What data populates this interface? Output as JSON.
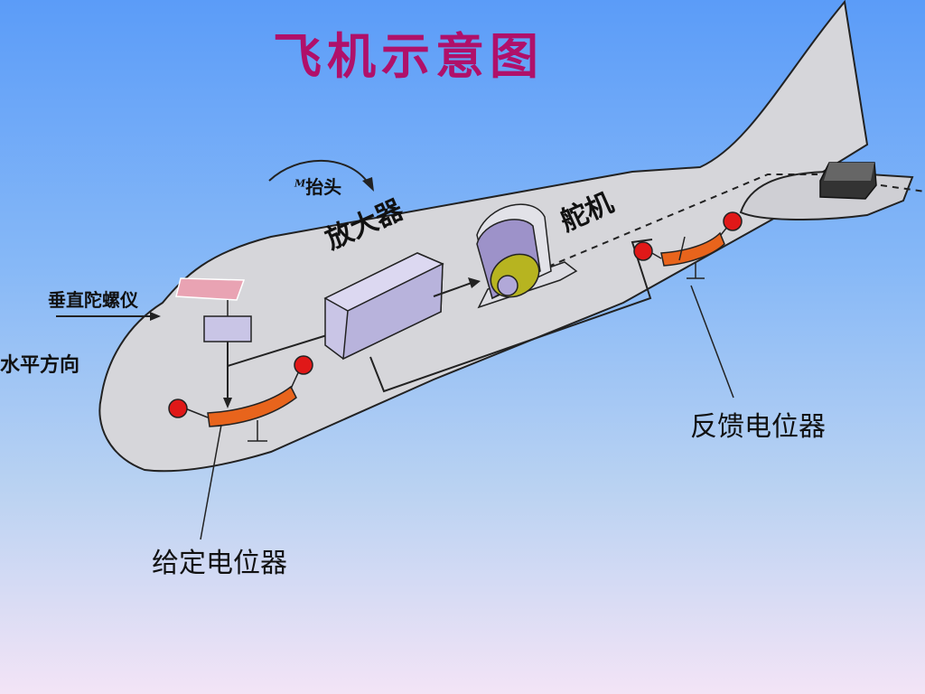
{
  "title": "飞机示意图",
  "labels": {
    "pitch_moment_sub": "M",
    "pitch_up": "抬头",
    "vertical_gyro": "垂直陀螺仪",
    "horizontal_direction": "水平方向",
    "amplifier": "放大器",
    "servo": "舵机",
    "feedback_potentiometer": "反馈电位器",
    "setpoint_potentiometer": "给定电位器"
  },
  "colors": {
    "fuselage": "#d6d6da",
    "box": "#c9c5e6",
    "potentiometer": "#e8641c",
    "contact": "#e01818",
    "gyro": "#e9a3b3",
    "title": "#b0106a"
  }
}
